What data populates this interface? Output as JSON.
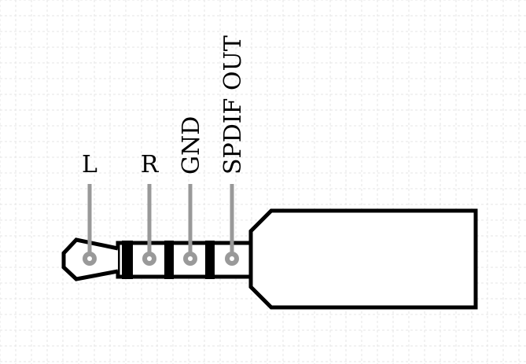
{
  "diagram": {
    "title": "",
    "description_labels": {
      "pin_l": "L",
      "pin_r": "R",
      "pin_gnd": "GND",
      "pin_spdif": "SPDIF OUT"
    }
  },
  "colors": {
    "background": "#ffffff",
    "grid": "#e6e6e6",
    "outline": "#000000",
    "pin": "#999999"
  }
}
